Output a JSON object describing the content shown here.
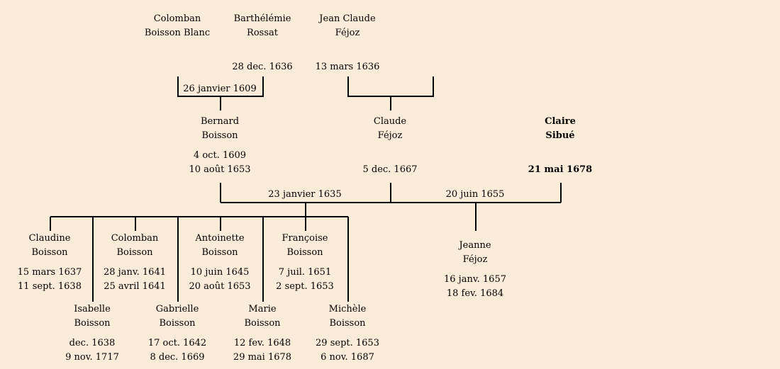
{
  "people": {
    "colomban_bb": {
      "first": "Colomban",
      "last": "Boisson Blanc"
    },
    "barthelemie": {
      "first": "Barthélémie",
      "last": "Rossat",
      "death": "28 dec. 1636"
    },
    "jean_claude": {
      "first": "Jean Claude",
      "last": "Féjoz",
      "death": "13 mars 1636"
    },
    "bernard": {
      "first": "Bernard",
      "last": "Boisson",
      "birth": "4 oct. 1609",
      "death": "10 août 1653"
    },
    "claude": {
      "first": "Claude",
      "last": "Féjoz",
      "death": "5 dec. 1667"
    },
    "claire": {
      "first": "Claire",
      "last": "Sibué",
      "death": "21 mai 1678"
    },
    "claudine": {
      "first": "Claudine",
      "last": "Boisson",
      "birth": "15 mars 1637",
      "death": "11 sept. 1638"
    },
    "isabelle": {
      "first": "Isabelle",
      "last": "Boisson",
      "birth": "dec. 1638",
      "death": "9 nov. 1717"
    },
    "colomban": {
      "first": "Colomban",
      "last": "Boisson",
      "birth": "28 janv. 1641",
      "death": "25 avril 1641"
    },
    "gabrielle": {
      "first": "Gabrielle",
      "last": "Boisson",
      "birth": "17 oct. 1642",
      "death": "8 dec. 1669"
    },
    "antoinette": {
      "first": "Antoinette",
      "last": "Boisson",
      "birth": "10 juin 1645",
      "death": "20 août 1653"
    },
    "marie": {
      "first": "Marie",
      "last": "Boisson",
      "birth": "12 fev. 1648",
      "death": "29 mai 1678"
    },
    "francoise": {
      "first": "Françoise",
      "last": "Boisson",
      "birth": "7 juil. 1651",
      "death": "2 sept. 1653"
    },
    "michele": {
      "first": "Michèle",
      "last": "Boisson",
      "birth": "29 sept. 1653",
      "death": "6 nov. 1687"
    },
    "jeanne": {
      "first": "Jeanne",
      "last": "Féjoz",
      "birth": "16 janv. 1657",
      "death": "18 fev. 1684"
    }
  },
  "marriages": {
    "m1609": "26 janvier 1609",
    "m1635": "23 janvier 1635",
    "m1655": "20 juin 1655"
  }
}
